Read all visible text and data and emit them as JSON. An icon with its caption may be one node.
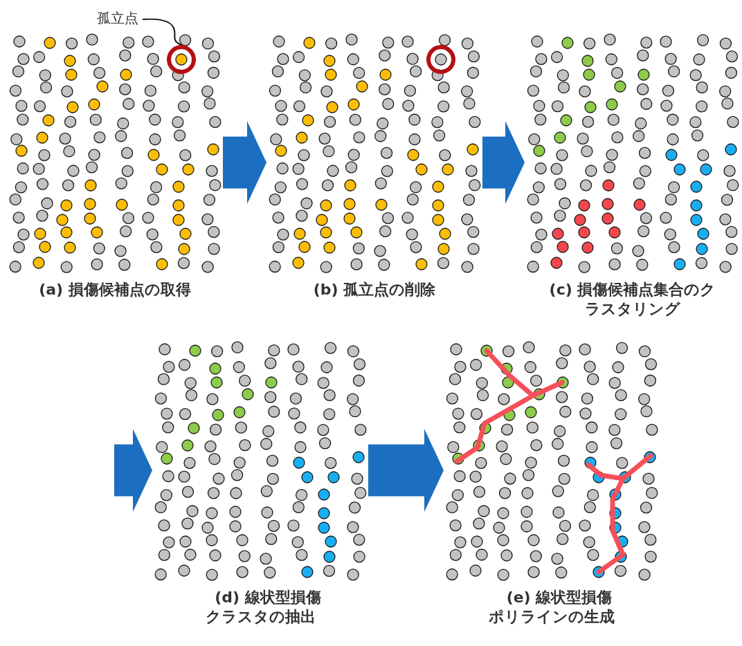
{
  "diagram": {
    "nodes": [
      {
        "text": [
          "(a) 損傷候補点の取得"
        ]
      },
      {
        "text": [
          "(b) 孤立点の削除"
        ]
      },
      {
        "text": [
          "(c) 損傷候補点集合のクラスタリング"
        ]
      },
      {
        "text": [
          "(d) 線状型損傷クラスタの抽出"
        ]
      },
      {
        "text": [
          "(e) 線状型損傷ポリラインの生成"
        ]
      },
      {
        "text": [
          "孤立点"
        ]
      },
      {
        "text": [],
        "shape": "circle",
        "in": 0
      }
    ],
    "edges": [
      {
        "from": 0,
        "to": 1,
        "arrow": "to"
      },
      {
        "from": 1,
        "to": 2,
        "arrow": "to"
      },
      {
        "from": null,
        "to": 3,
        "arrow": "to"
      },
      {
        "from": 3,
        "to": 4,
        "arrow": "to"
      },
      {
        "from": 5,
        "to": 6,
        "arrow": "none",
        "color": "#111111"
      }
    ]
  }
}
